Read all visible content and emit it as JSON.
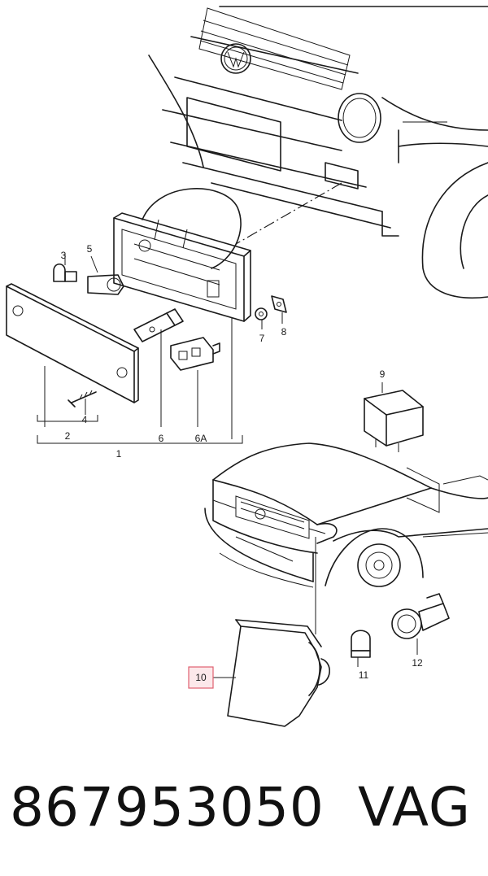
{
  "labels": {
    "p1": "1",
    "p2": "2",
    "p3": "3",
    "p4": "4",
    "p5": "5",
    "p6": "6",
    "p6a": "6A",
    "p7": "7",
    "p8": "8",
    "p9": "9",
    "p10": "10",
    "p11": "11",
    "p12": "12"
  },
  "footer": {
    "part_number": "867953050",
    "brand": "VAG"
  },
  "colors": {
    "highlight_border": "#e06070",
    "highlight_fill": "#fce8ea",
    "line": "#1a1a1a"
  }
}
